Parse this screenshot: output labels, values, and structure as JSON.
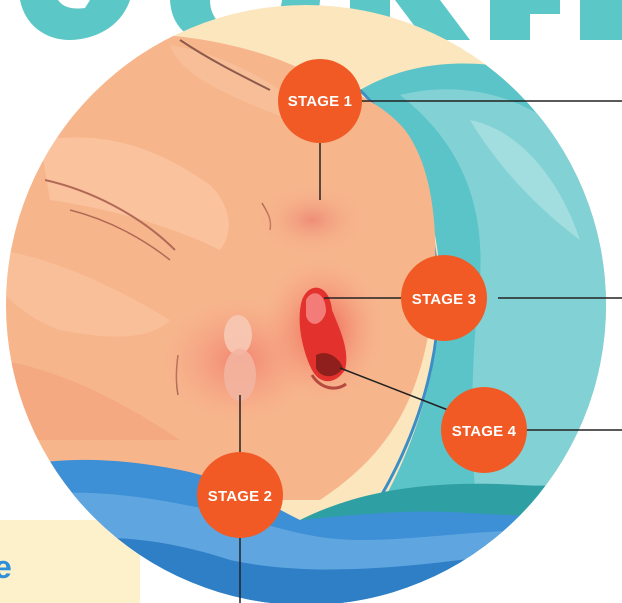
{
  "stages": [
    {
      "label": "STAGE 1"
    },
    {
      "label": "STAGE 2"
    },
    {
      "label": "STAGE 3"
    },
    {
      "label": "STAGE 4"
    }
  ],
  "colors": {
    "stage_badge": "#F15A24",
    "skin": "#F7B58C",
    "blanket_teal": "#5BC4C8",
    "water_blue": "#3D8FD6",
    "title_teal": "#5CC7C7",
    "background_cream": "#FDF1CC"
  }
}
